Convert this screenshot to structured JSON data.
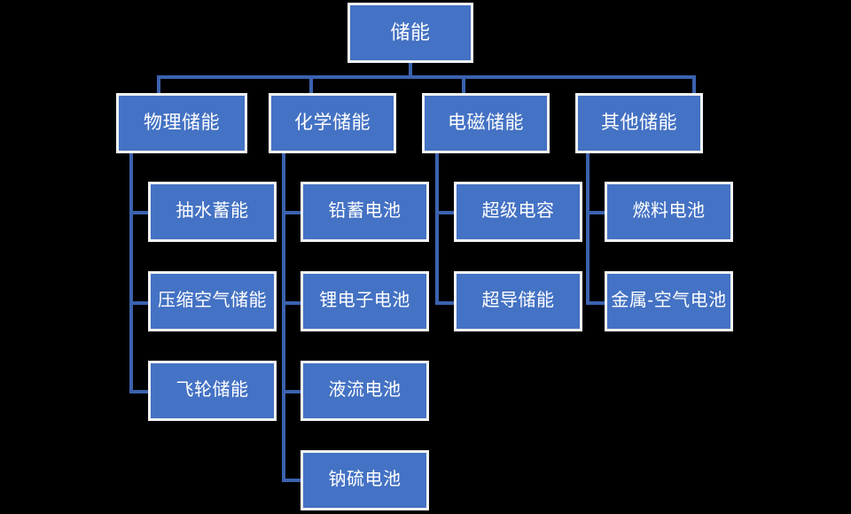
{
  "diagram": {
    "title_text": "储能",
    "background_color": "#000000",
    "node_fill_color": "#4472C4",
    "node_border_color": "#F2F2F2",
    "node_text_color": "#FFFFFF",
    "connector_color": "#3B62AE",
    "root": {
      "id": "root",
      "label": "储能"
    },
    "categories": [
      {
        "id": "physical",
        "label": "物理储能",
        "children": [
          {
            "id": "pumped-hydro",
            "label": "抽水蓄能"
          },
          {
            "id": "compressed-air",
            "label": "压缩空气储能"
          },
          {
            "id": "flywheel",
            "label": "飞轮储能"
          }
        ]
      },
      {
        "id": "chemical",
        "label": "化学储能",
        "children": [
          {
            "id": "lead-acid",
            "label": "铅蓄电池"
          },
          {
            "id": "lithium-ion",
            "label": "锂电子电池"
          },
          {
            "id": "flow-battery",
            "label": "液流电池"
          },
          {
            "id": "sodium-sulfur",
            "label": "钠硫电池"
          }
        ]
      },
      {
        "id": "electromagnetic",
        "label": "电磁储能",
        "children": [
          {
            "id": "supercapacitor",
            "label": "超级电容"
          },
          {
            "id": "superconducting",
            "label": "超导储能"
          }
        ]
      },
      {
        "id": "other",
        "label": "其他储能",
        "children": [
          {
            "id": "fuel-cell",
            "label": "燃料电池"
          },
          {
            "id": "metal-air",
            "label": "金属-空气电池"
          }
        ]
      }
    ]
  }
}
